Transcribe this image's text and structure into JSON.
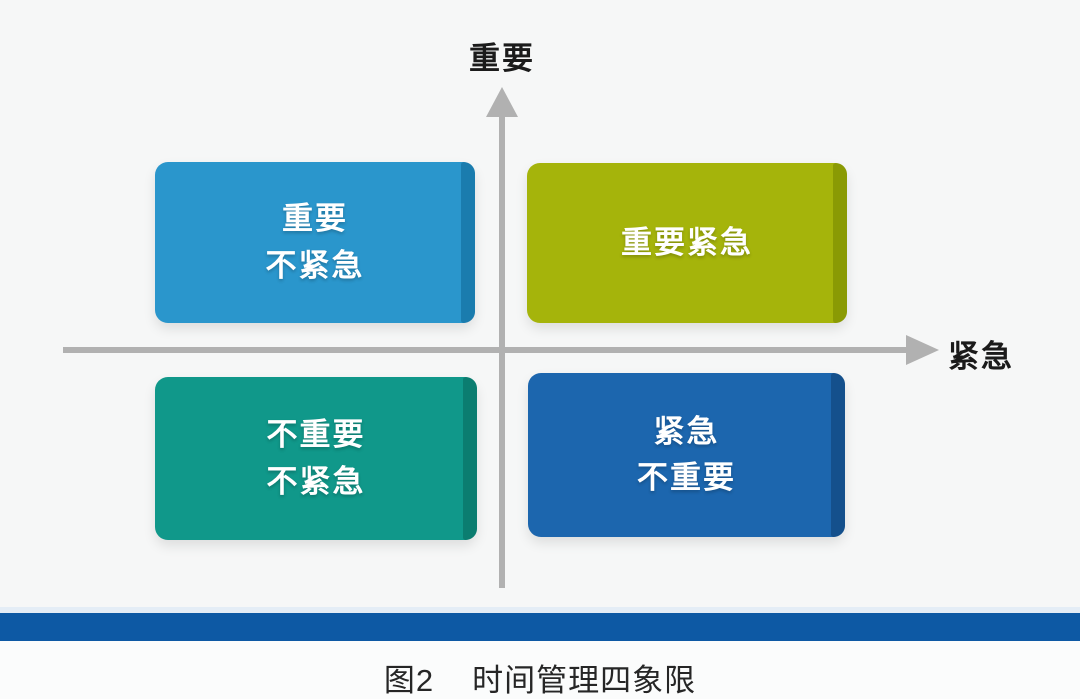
{
  "figure": {
    "axes": {
      "y_label": "重要",
      "x_label": "紧急",
      "color": "#b1b1b1"
    },
    "quadrants": {
      "top_left": {
        "line1": "重要",
        "line2": "不紧急",
        "color": "#2a96cc",
        "edge_color": "#1a7cae"
      },
      "top_right": {
        "line1": "重要紧急",
        "color": "#a5b40b",
        "edge_color": "#8a9a04"
      },
      "bottom_left": {
        "line1": "不重要",
        "line2": "不紧急",
        "color": "#10988a",
        "edge_color": "#0b7d70"
      },
      "bottom_right": {
        "line1": "紧急",
        "line2": "不重要",
        "color": "#1c66ae",
        "edge_color": "#14508c"
      }
    },
    "footer": {
      "bar_color": "#0d59a4",
      "caption_number": "图2",
      "caption_title": "时间管理四象限"
    }
  }
}
